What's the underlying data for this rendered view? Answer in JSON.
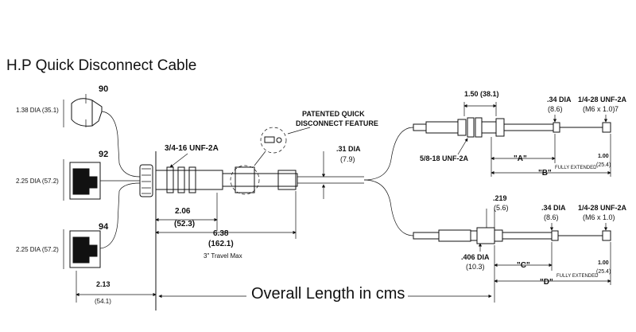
{
  "title": "H.P Quick Disconnect Cable",
  "overall_length": "Overall Length in cms",
  "connectors": [
    {
      "number": "90",
      "dia": "1.38 DIA (35.1)"
    },
    {
      "number": "92",
      "dia": "2.25 DIA (57.2)"
    },
    {
      "number": "94",
      "dia": "2.25 DIA (57.2)"
    }
  ],
  "left_dim": {
    "value": "2.13",
    "metric": "(54.1)"
  },
  "body": {
    "thread": "3/4-16 UNF-2A",
    "dim1": {
      "value": "2.06",
      "metric": "(52.3)"
    },
    "dim2": {
      "value": "6.38",
      "metric": "(162.1)"
    },
    "travel": "3\" Travel Max",
    "feature_line1": "PATENTED QUICK",
    "feature_line2": "DISCONNECT FEATURE",
    "cable_dia": {
      "value": ".31 DIA",
      "metric": "(7.9)"
    }
  },
  "top_end": {
    "dim": {
      "value": "1.50 (38.1)"
    },
    "thread": "5/8-18 UNF-2A",
    "dia": {
      "value": ".34 DIA",
      "metric": "(8.6)"
    },
    "rod_thread": {
      "value": "1/4-28 UNF-2A",
      "metric": "(M6 x 1.0)",
      "note": "7"
    },
    "a": "\"A\"",
    "b": "\"B\"",
    "extended": "FULLY EXTENDED",
    "ext_dim": {
      "value": "1.00",
      "metric": "(25.4)"
    }
  },
  "bottom_end": {
    "dim": {
      "value": ".219",
      "metric": "(5.6)"
    },
    "dia": {
      "value": ".34 DIA",
      "metric": "(8.6)"
    },
    "rod_thread": {
      "value": "1/4-28 UNF-2A",
      "metric": "(M6 x 1.0)"
    },
    "body_dia": {
      "value": ".406 DIA",
      "metric": "(10.3)"
    },
    "c": "\"C\"",
    "d": "\"D\"",
    "extended": "FULLY EXTENDED",
    "ext_dim": {
      "value": "1.00",
      "metric": "(25.4)"
    }
  }
}
